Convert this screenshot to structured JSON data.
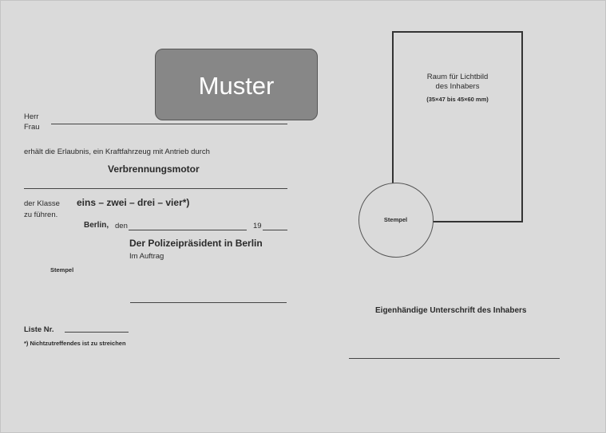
{
  "watermark": {
    "text": "Muster"
  },
  "left": {
    "herr": "Herr",
    "frau": "Frau",
    "permission_text": "erhält die Erlaubnis, ein Kraftfahrzeug mit Antrieb durch",
    "engine": "Verbrennungsmotor",
    "class_label": "der Klasse",
    "classes": "eins – zwei – drei – vier*)",
    "to_drive": "zu führen.",
    "city": "Berlin,",
    "date_prefix": "den",
    "year_prefix": "19",
    "authority": "Der Polizeipräsident in Berlin",
    "on_behalf": "Im Auftrag",
    "stamp_label": "Stempel",
    "list_label": "Liste Nr.",
    "footnote": "*)  Nichtzutreffendes ist zu streichen"
  },
  "right": {
    "photo_title_line1": "Raum für Lichtbild",
    "photo_title_line2": "des Inhabers",
    "photo_size": "(35×47 bis 45×60 mm)",
    "stamp_label": "Stempel",
    "signature_label": "Eigenhändige Unterschrift des Inhabers"
  }
}
